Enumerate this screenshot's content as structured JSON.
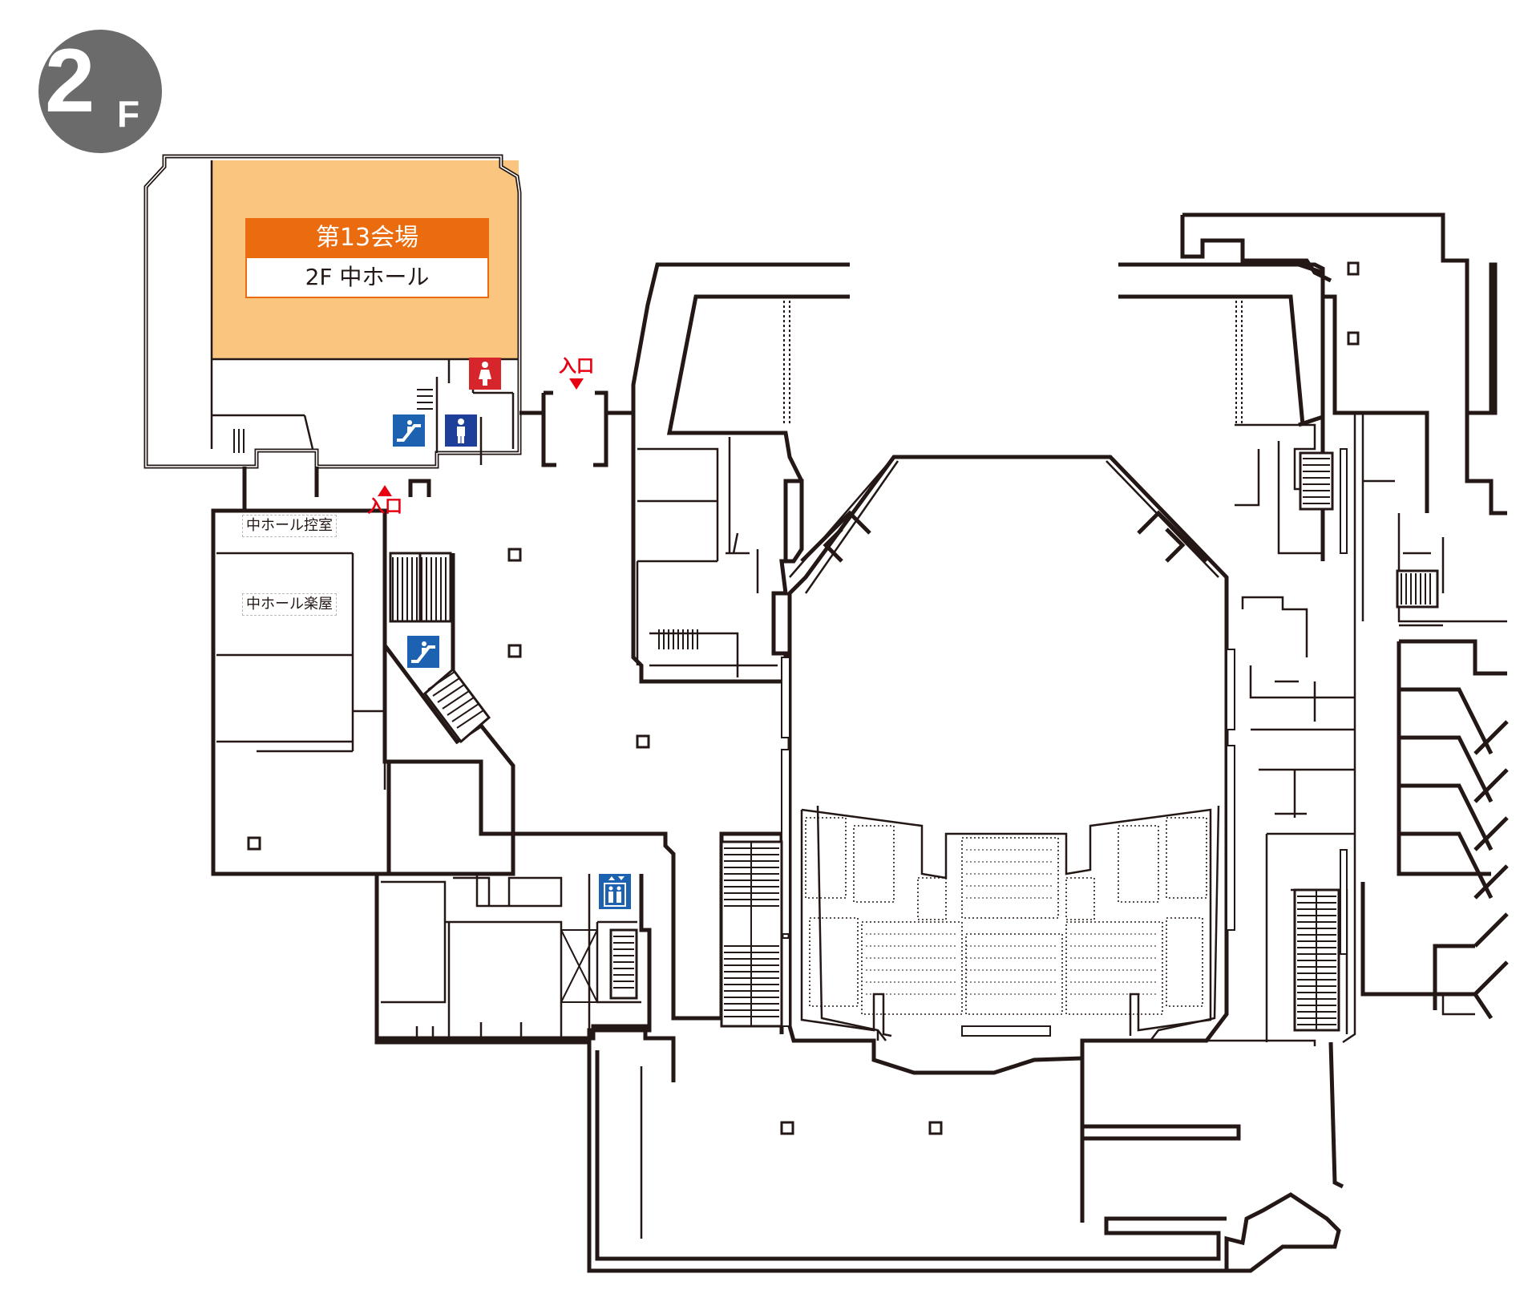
{
  "floor": {
    "number": "2",
    "suffix": "F"
  },
  "venue": {
    "title": "第13会場",
    "name": "2F 中ホール",
    "highlight_color": "#f9c57f",
    "accent_color": "#ea6c0e"
  },
  "rooms": {
    "green_room": "中ホール控室",
    "dressing_room": "中ホール楽屋"
  },
  "entrances": {
    "top": "入口",
    "left": "入口",
    "color": "#e60012"
  },
  "icons": {
    "women_restroom": "woman-icon",
    "men_restroom": "man-icon",
    "escalator_upper": "escalator-icon",
    "escalator_lower": "escalator-icon",
    "elevator": "elevator-icon"
  }
}
